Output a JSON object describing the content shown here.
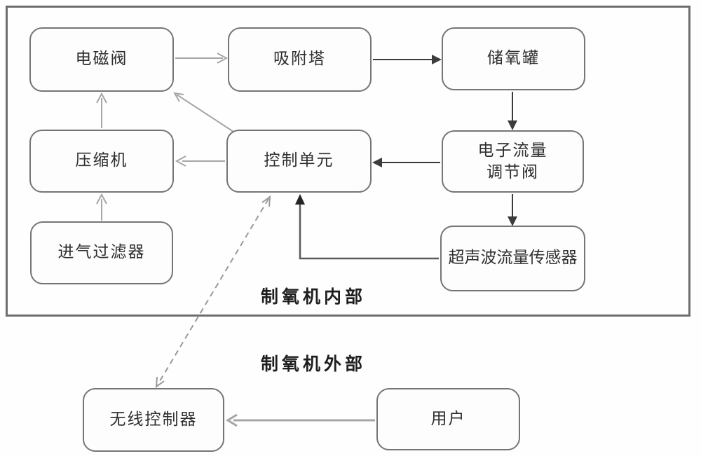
{
  "sections": {
    "inner_label": "制氧机内部",
    "outer_label": "制氧机外部"
  },
  "nodes": {
    "solenoid_valve": {
      "label": "电磁阀"
    },
    "adsorption_tower": {
      "label": "吸附塔"
    },
    "oxygen_tank": {
      "label": "储氧罐"
    },
    "compressor": {
      "label": "压缩机"
    },
    "control_unit": {
      "label": "控制单元"
    },
    "flow_valve": {
      "label": "电子流量调节阀",
      "line1": "电子流量",
      "line2": "调节阀"
    },
    "intake_filter": {
      "label": "进气过滤器"
    },
    "ultrasonic_sensor": {
      "label": "超声波流量传感器"
    },
    "wireless_controller": {
      "label": "无线控制器"
    },
    "user": {
      "label": "用户"
    }
  },
  "colors": {
    "box_border": "#757575",
    "outer_border": "#6e6e6e",
    "light_arrow": "#a6a6a6",
    "dark_arrow": "#3c3c3c",
    "text": "#2e2e2e"
  },
  "edges": [
    {
      "from": "电磁阀",
      "to": "吸附塔",
      "style": "light-solid"
    },
    {
      "from": "吸附塔",
      "to": "储氧罐",
      "style": "dark-solid"
    },
    {
      "from": "储氧罐",
      "to": "电子流量调节阀",
      "style": "dark-solid"
    },
    {
      "from": "电子流量调节阀",
      "to": "控制单元",
      "style": "dark-solid"
    },
    {
      "from": "电子流量调节阀",
      "to": "超声波流量传感器",
      "style": "dark-solid"
    },
    {
      "from": "超声波流量传感器",
      "to": "控制单元",
      "style": "dark-solid-elbow"
    },
    {
      "from": "压缩机",
      "to": "电磁阀",
      "style": "light-solid"
    },
    {
      "from": "控制单元",
      "to": "压缩机",
      "style": "light-solid"
    },
    {
      "from": "控制单元",
      "to": "电磁阀",
      "style": "light-solid-diagonal"
    },
    {
      "from": "进气过滤器",
      "to": "压缩机",
      "style": "light-solid"
    },
    {
      "from": "控制单元",
      "to": "无线控制器",
      "style": "dashed-bidirectional"
    },
    {
      "from": "用户",
      "to": "无线控制器",
      "style": "light-solid"
    }
  ]
}
